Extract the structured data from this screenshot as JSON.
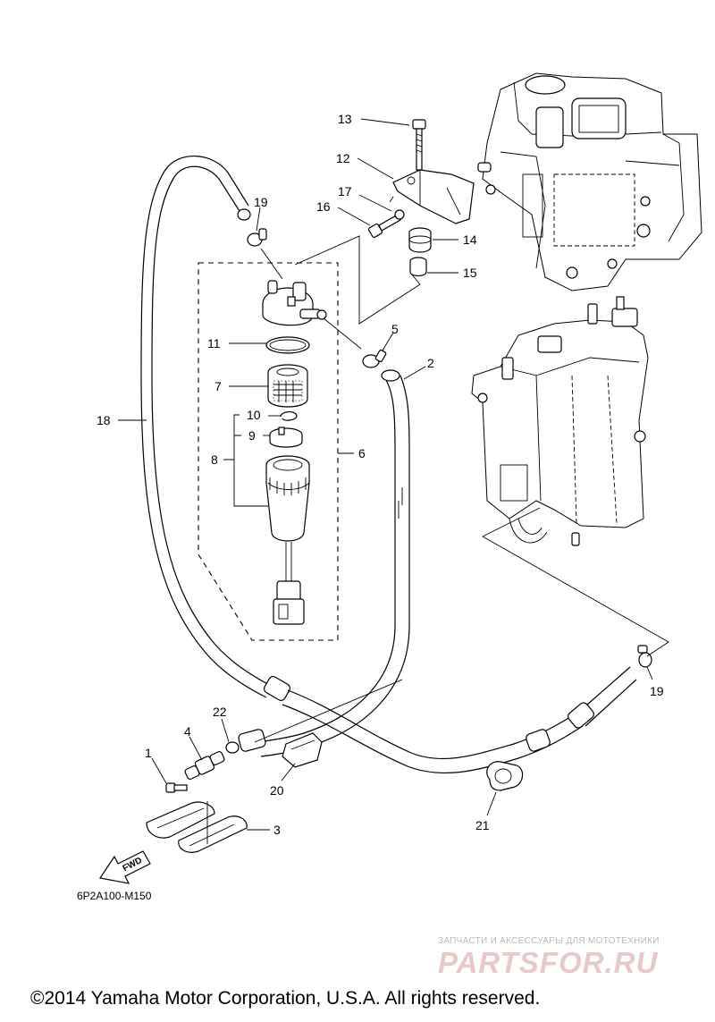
{
  "diagram": {
    "callouts": {
      "c1": "1",
      "c2": "2",
      "c3": "3",
      "c4": "4",
      "c5": "5",
      "c6": "6",
      "c7": "7",
      "c8": "8",
      "c9": "9",
      "c10": "10",
      "c11": "11",
      "c12": "12",
      "c13": "13",
      "c14": "14",
      "c15": "15",
      "c16": "16",
      "c17": "17",
      "c18": "18",
      "c19a": "19",
      "c19b": "19",
      "c20": "20",
      "c21": "21",
      "c22": "22"
    },
    "fwd_label": "FWD",
    "diagram_code": "6P2A100-M150",
    "copyright": "©2014 Yamaha Motor Corporation, U.S.A. All rights reserved."
  },
  "watermark": {
    "tagline": "ЗАПЧАСТИ И АКСЕССУАРЫ ДЛЯ МОТОТЕХНИКИ",
    "logo": "PARTSFOR.RU"
  }
}
